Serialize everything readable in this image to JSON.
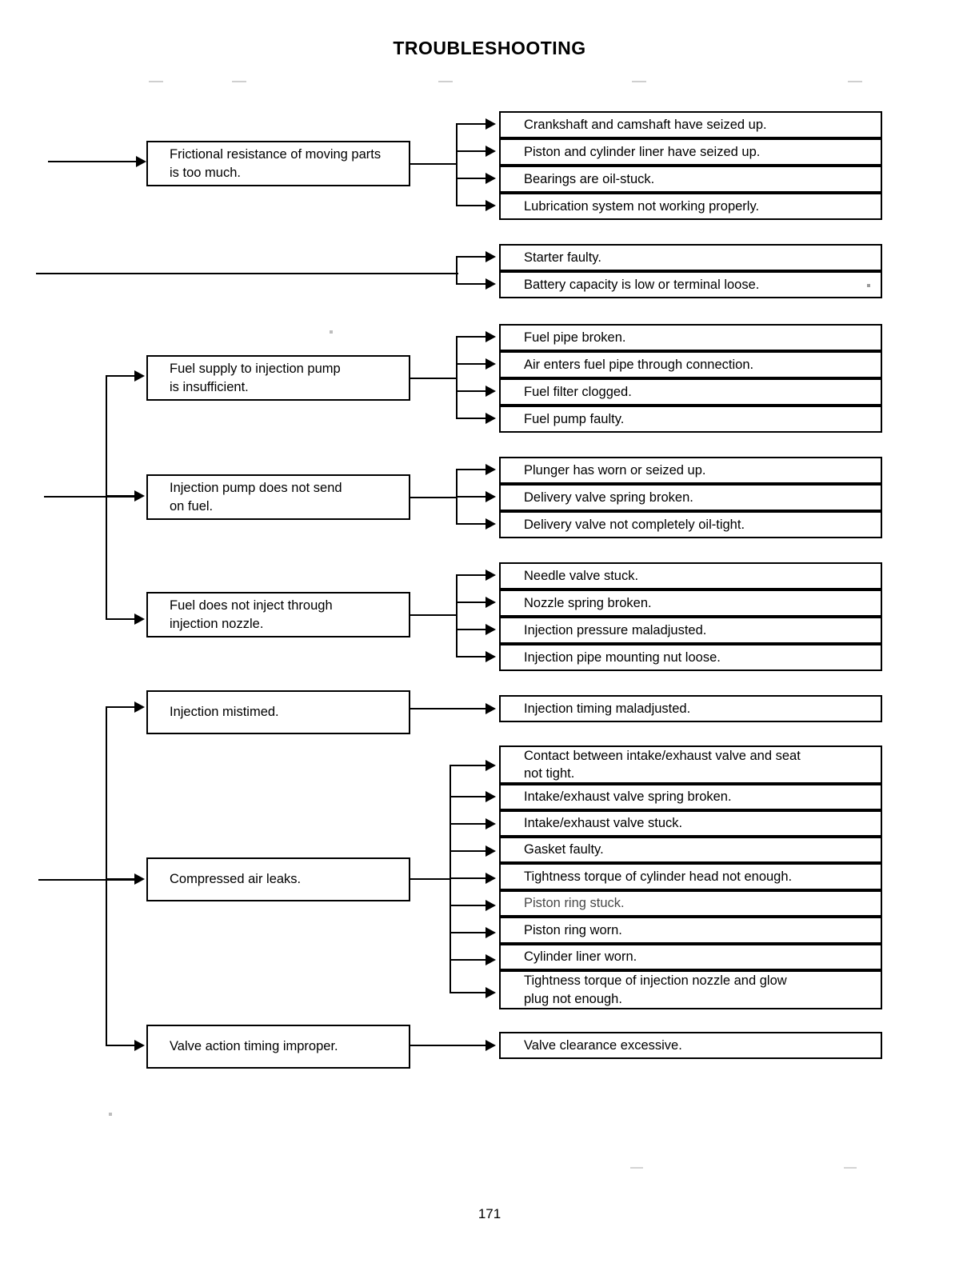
{
  "document": {
    "title": "TROUBLESHOOTING",
    "page_number": "171"
  },
  "diagram": {
    "type": "troubleshooting-flow-chart",
    "groups": [
      {
        "id": "frictional-resistance",
        "cause": "Frictional resistance of moving  parts\nis too much.",
        "effects": [
          "Crankshaft and camshaft have seized up.",
          "Piston and cylinder liner have seized up.",
          "Bearings are oil-stuck.",
          "Lubrication system not working properly."
        ]
      },
      {
        "id": "starter-battery",
        "cause": "",
        "effects": [
          "Starter faulty.",
          "Battery capacity is low or terminal loose."
        ]
      },
      {
        "id": "fuel-supply",
        "cause": "Fuel supply to injection pump\nis insufficient.",
        "effects": [
          "Fuel pipe broken.",
          "Air enters fuel pipe through connection.",
          "Fuel filter clogged.",
          "Fuel pump faulty."
        ]
      },
      {
        "id": "injection-pump",
        "cause": "Injection pump does not send\non fuel.",
        "effects": [
          "Plunger has worn or seized up.",
          "Delivery valve spring broken.",
          "Delivery valve not completely oil-tight."
        ]
      },
      {
        "id": "injection-nozzle",
        "cause": "Fuel does not inject through\ninjection nozzle.",
        "effects": [
          "Needle valve stuck.",
          "Nozzle spring broken.",
          "Injection pressure maladjusted.",
          "Injection pipe mounting nut loose."
        ]
      },
      {
        "id": "injection-mistimed",
        "cause": "Injection mistimed.",
        "effects": [
          "Injection timing maladjusted."
        ]
      },
      {
        "id": "compressed-air-leaks",
        "cause": "Compressed air leaks.",
        "effects": [
          "Contact between intake/exhaust valve and seat\nnot tight.",
          "Intake/exhaust valve spring broken.",
          "Intake/exhaust valve stuck.",
          "Gasket faulty.",
          "Tightness torque of cylinder head not enough.",
          "Piston ring stuck.",
          "Piston ring worn.",
          "Cylinder liner worn.",
          "Tightness torque of injection nozzle and glow\nplug not enough."
        ]
      },
      {
        "id": "valve-action-timing",
        "cause": "Valve action timing improper.",
        "effects": [
          "Valve clearance excessive."
        ]
      }
    ]
  }
}
